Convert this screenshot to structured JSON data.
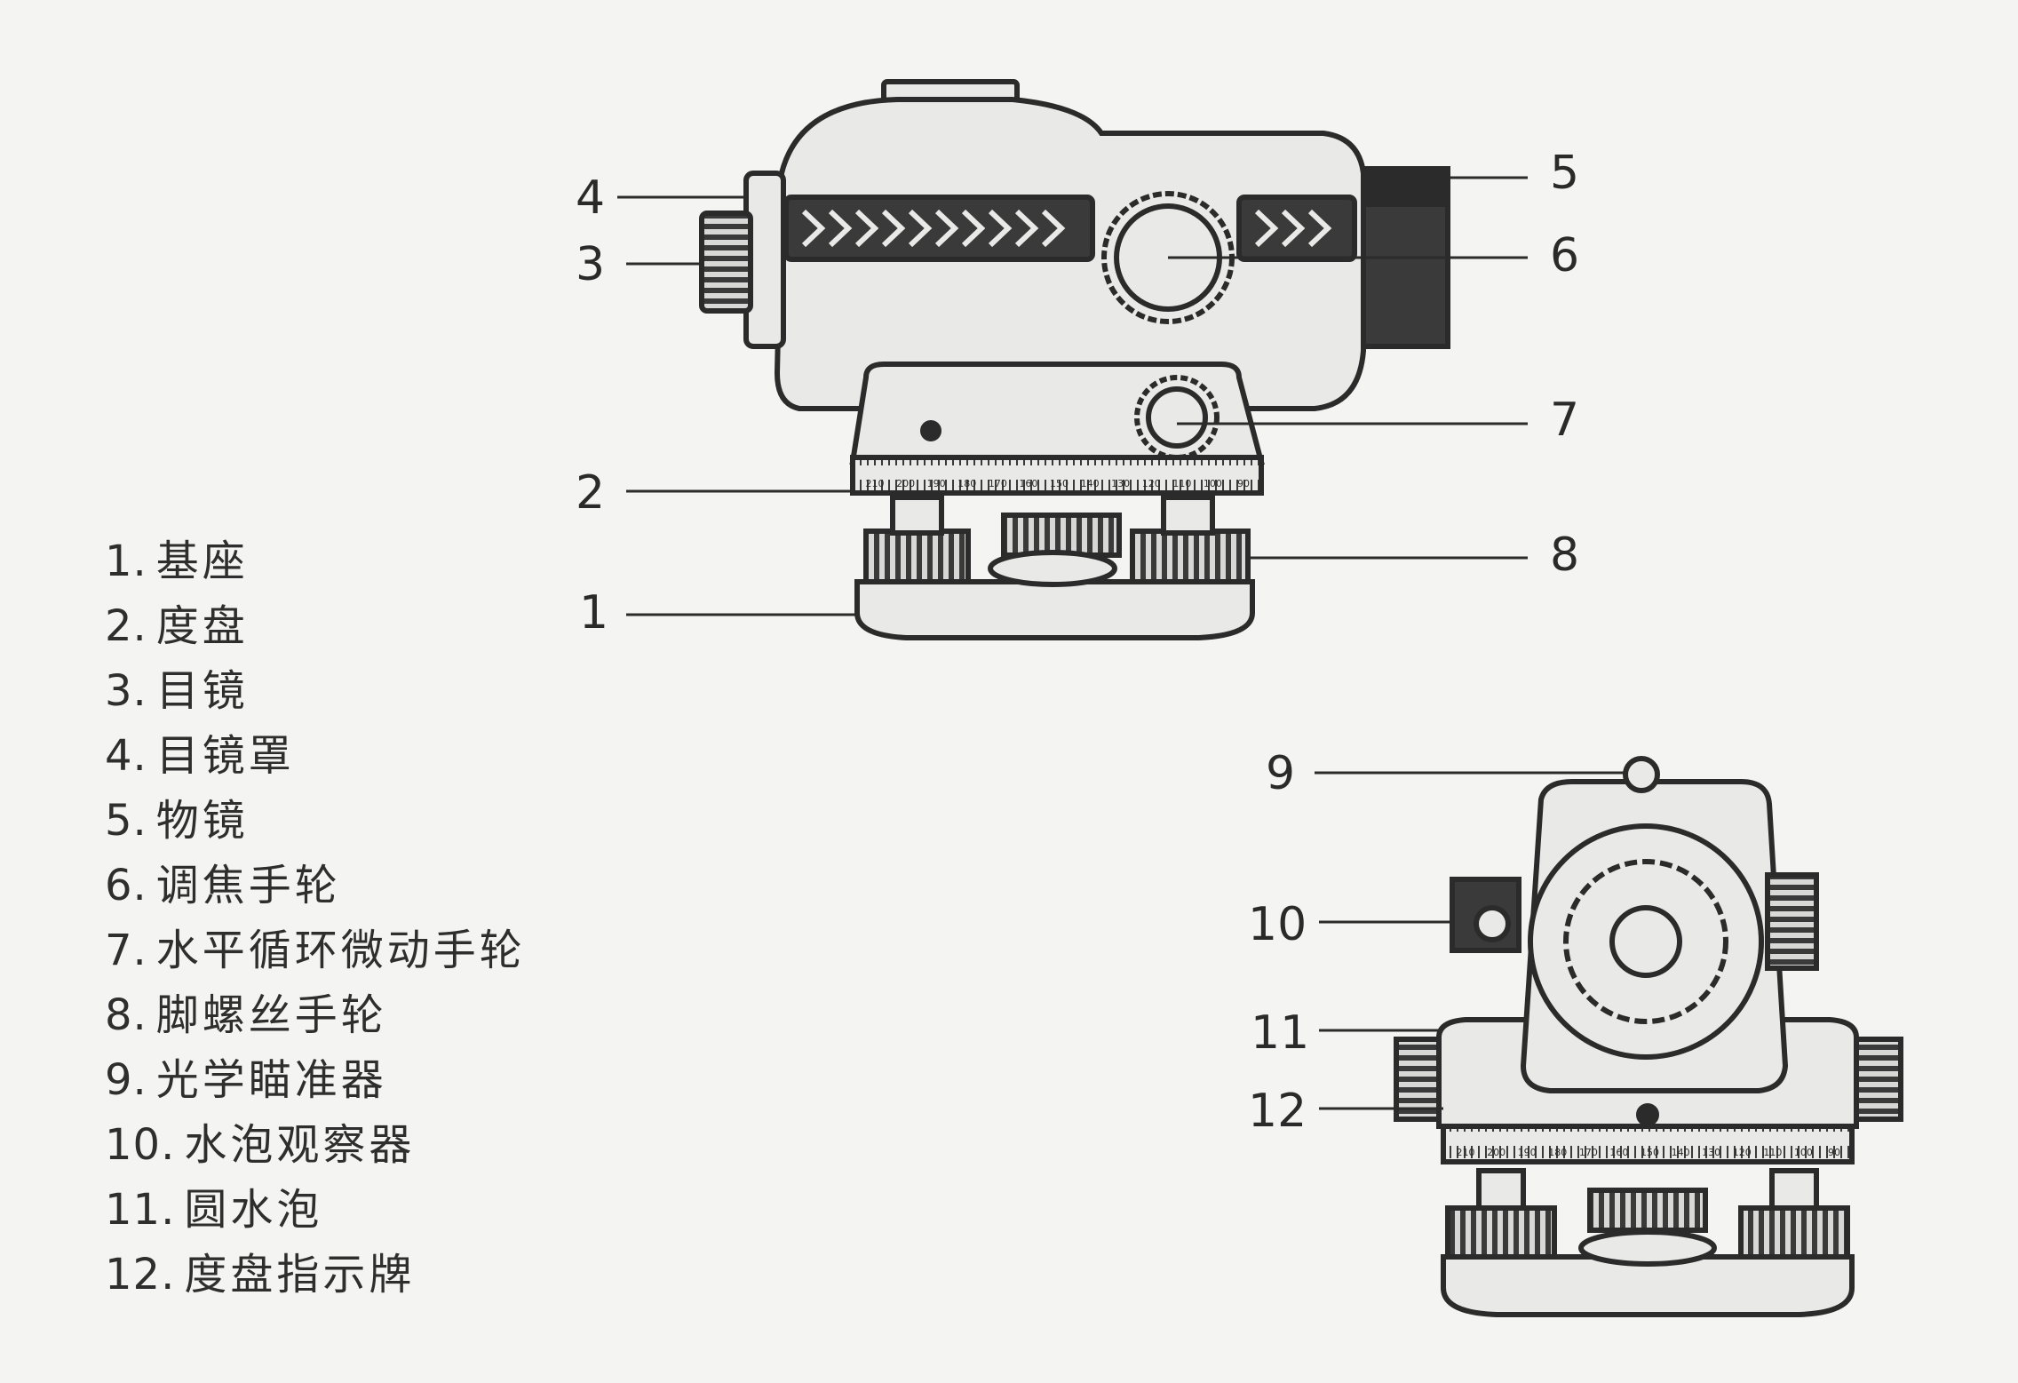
{
  "side_view": {
    "callouts": [
      "4",
      "3",
      "2",
      "1",
      "5",
      "6",
      "7",
      "8"
    ],
    "scale_ticks": [
      "210",
      "200",
      "190",
      "180",
      "170",
      "160",
      "150",
      "140",
      "130",
      "120",
      "110",
      "100",
      "90"
    ]
  },
  "front_view": {
    "callouts": [
      "9",
      "10",
      "11",
      "12"
    ],
    "scale_ticks": [
      "210",
      "200",
      "190",
      "180",
      "170",
      "160",
      "150",
      "140",
      "130",
      "120",
      "110",
      "100",
      "90"
    ]
  },
  "legend": [
    {
      "num": "1.",
      "text": "基座"
    },
    {
      "num": "2.",
      "text": "度盘"
    },
    {
      "num": "3.",
      "text": "目镜"
    },
    {
      "num": "4.",
      "text": "目镜罩"
    },
    {
      "num": "5.",
      "text": "物镜"
    },
    {
      "num": "6.",
      "text": "调焦手轮"
    },
    {
      "num": "7.",
      "text": "水平循环微动手轮"
    },
    {
      "num": "8.",
      "text": "脚螺丝手轮"
    },
    {
      "num": "9.",
      "text": "光学瞄准器"
    },
    {
      "num": "10.",
      "text": "水泡观察器"
    },
    {
      "num": "11.",
      "text": "圆水泡"
    },
    {
      "num": "12.",
      "text": "度盘指示牌"
    }
  ],
  "colors": {
    "outline": "#2b2b2b",
    "body_fill": "#e9e9e7",
    "dark_fill": "#3a3a3a",
    "background": "#f4f4f2"
  }
}
